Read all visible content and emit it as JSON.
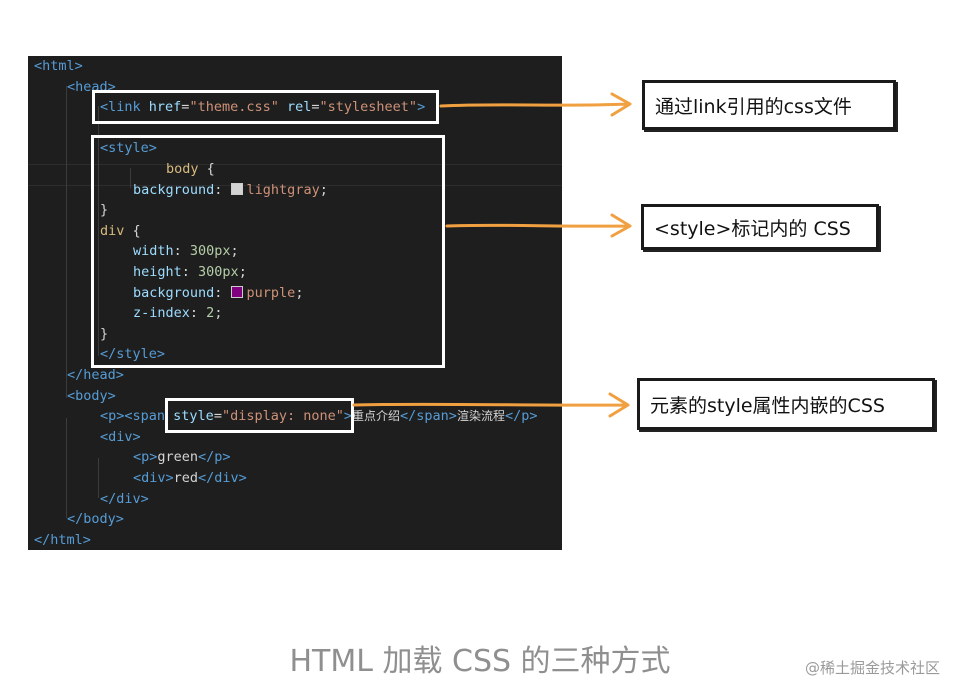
{
  "code": {
    "lines": [
      [
        {
          "c": "tag",
          "t": "<html>"
        }
      ],
      [
        {
          "c": "tag",
          "t": "<head>"
        }
      ],
      [
        {
          "c": "tag",
          "t": "<link "
        },
        {
          "c": "attr",
          "t": "href"
        },
        {
          "c": "plain",
          "t": "="
        },
        {
          "c": "str",
          "t": "\"theme.css\""
        },
        {
          "c": "plain",
          "t": " "
        },
        {
          "c": "attr",
          "t": "rel"
        },
        {
          "c": "plain",
          "t": "="
        },
        {
          "c": "str",
          "t": "\"stylesheet\""
        },
        {
          "c": "tag",
          "t": ">"
        }
      ],
      [],
      [
        {
          "c": "tag",
          "t": "<style>"
        }
      ],
      [
        {
          "c": "sel",
          "t": "body"
        },
        {
          "c": "plain",
          "t": " {"
        }
      ],
      [
        {
          "c": "prop",
          "t": "background"
        },
        {
          "c": "plain",
          "t": ": "
        },
        {
          "c": "swatch",
          "t": "#d3d3d3"
        },
        {
          "c": "str",
          "t": "lightgray"
        },
        {
          "c": "plain",
          "t": ";"
        }
      ],
      [
        {
          "c": "plain",
          "t": "}"
        }
      ],
      [
        {
          "c": "sel",
          "t": "div"
        },
        {
          "c": "plain",
          "t": " {"
        }
      ],
      [
        {
          "c": "prop",
          "t": "width"
        },
        {
          "c": "plain",
          "t": ": "
        },
        {
          "c": "num",
          "t": "300px"
        },
        {
          "c": "plain",
          "t": ";"
        }
      ],
      [
        {
          "c": "prop",
          "t": "height"
        },
        {
          "c": "plain",
          "t": ": "
        },
        {
          "c": "num",
          "t": "300px"
        },
        {
          "c": "plain",
          "t": ";"
        }
      ],
      [
        {
          "c": "prop",
          "t": "background"
        },
        {
          "c": "plain",
          "t": ": "
        },
        {
          "c": "swatch",
          "t": "#800080"
        },
        {
          "c": "str",
          "t": "purple"
        },
        {
          "c": "plain",
          "t": ";"
        }
      ],
      [
        {
          "c": "prop",
          "t": "z-index"
        },
        {
          "c": "plain",
          "t": ": "
        },
        {
          "c": "num",
          "t": "2"
        },
        {
          "c": "plain",
          "t": ";"
        }
      ],
      [
        {
          "c": "plain",
          "t": "}"
        }
      ],
      [
        {
          "c": "tag",
          "t": "</style>"
        }
      ],
      [
        {
          "c": "tag",
          "t": "</head>"
        }
      ],
      [
        {
          "c": "tag",
          "t": "<body>"
        }
      ],
      [
        {
          "c": "tag",
          "t": "<p>"
        },
        {
          "c": "tag",
          "t": "<span "
        },
        {
          "c": "attr",
          "t": "style"
        },
        {
          "c": "plain",
          "t": "="
        },
        {
          "c": "str",
          "t": "\"display: none\""
        },
        {
          "c": "tag",
          "t": ">"
        },
        {
          "c": "text",
          "t": "重点介绍"
        },
        {
          "c": "tag",
          "t": "</span>"
        },
        {
          "c": "text",
          "t": "渲染流程"
        },
        {
          "c": "tag",
          "t": "</p>"
        }
      ],
      [
        {
          "c": "tag",
          "t": "<div>"
        }
      ],
      [
        {
          "c": "tag",
          "t": "<p>"
        },
        {
          "c": "plain",
          "t": "green"
        },
        {
          "c": "tag",
          "t": "</p>"
        }
      ],
      [
        {
          "c": "tag",
          "t": "<div>"
        },
        {
          "c": "plain",
          "t": "red"
        },
        {
          "c": "tag",
          "t": "</div>"
        }
      ],
      [
        {
          "c": "tag",
          "t": "</div>"
        }
      ],
      [
        {
          "c": "tag",
          "t": "</body>"
        }
      ],
      [
        {
          "c": "tag",
          "t": "</html>"
        }
      ]
    ]
  },
  "callouts": [
    {
      "label": "通过link引用的css文件"
    },
    {
      "label": "<style>标记内的 CSS"
    },
    {
      "label": "元素的style属性内嵌的CSS"
    }
  ],
  "colors": {
    "arrow": "#f0a040",
    "editor_bg": "#1e1e1e",
    "highlight_box": "#ffffff"
  },
  "caption": "HTML 加载 CSS 的三种方式",
  "watermark": "@稀土掘金技术社区"
}
